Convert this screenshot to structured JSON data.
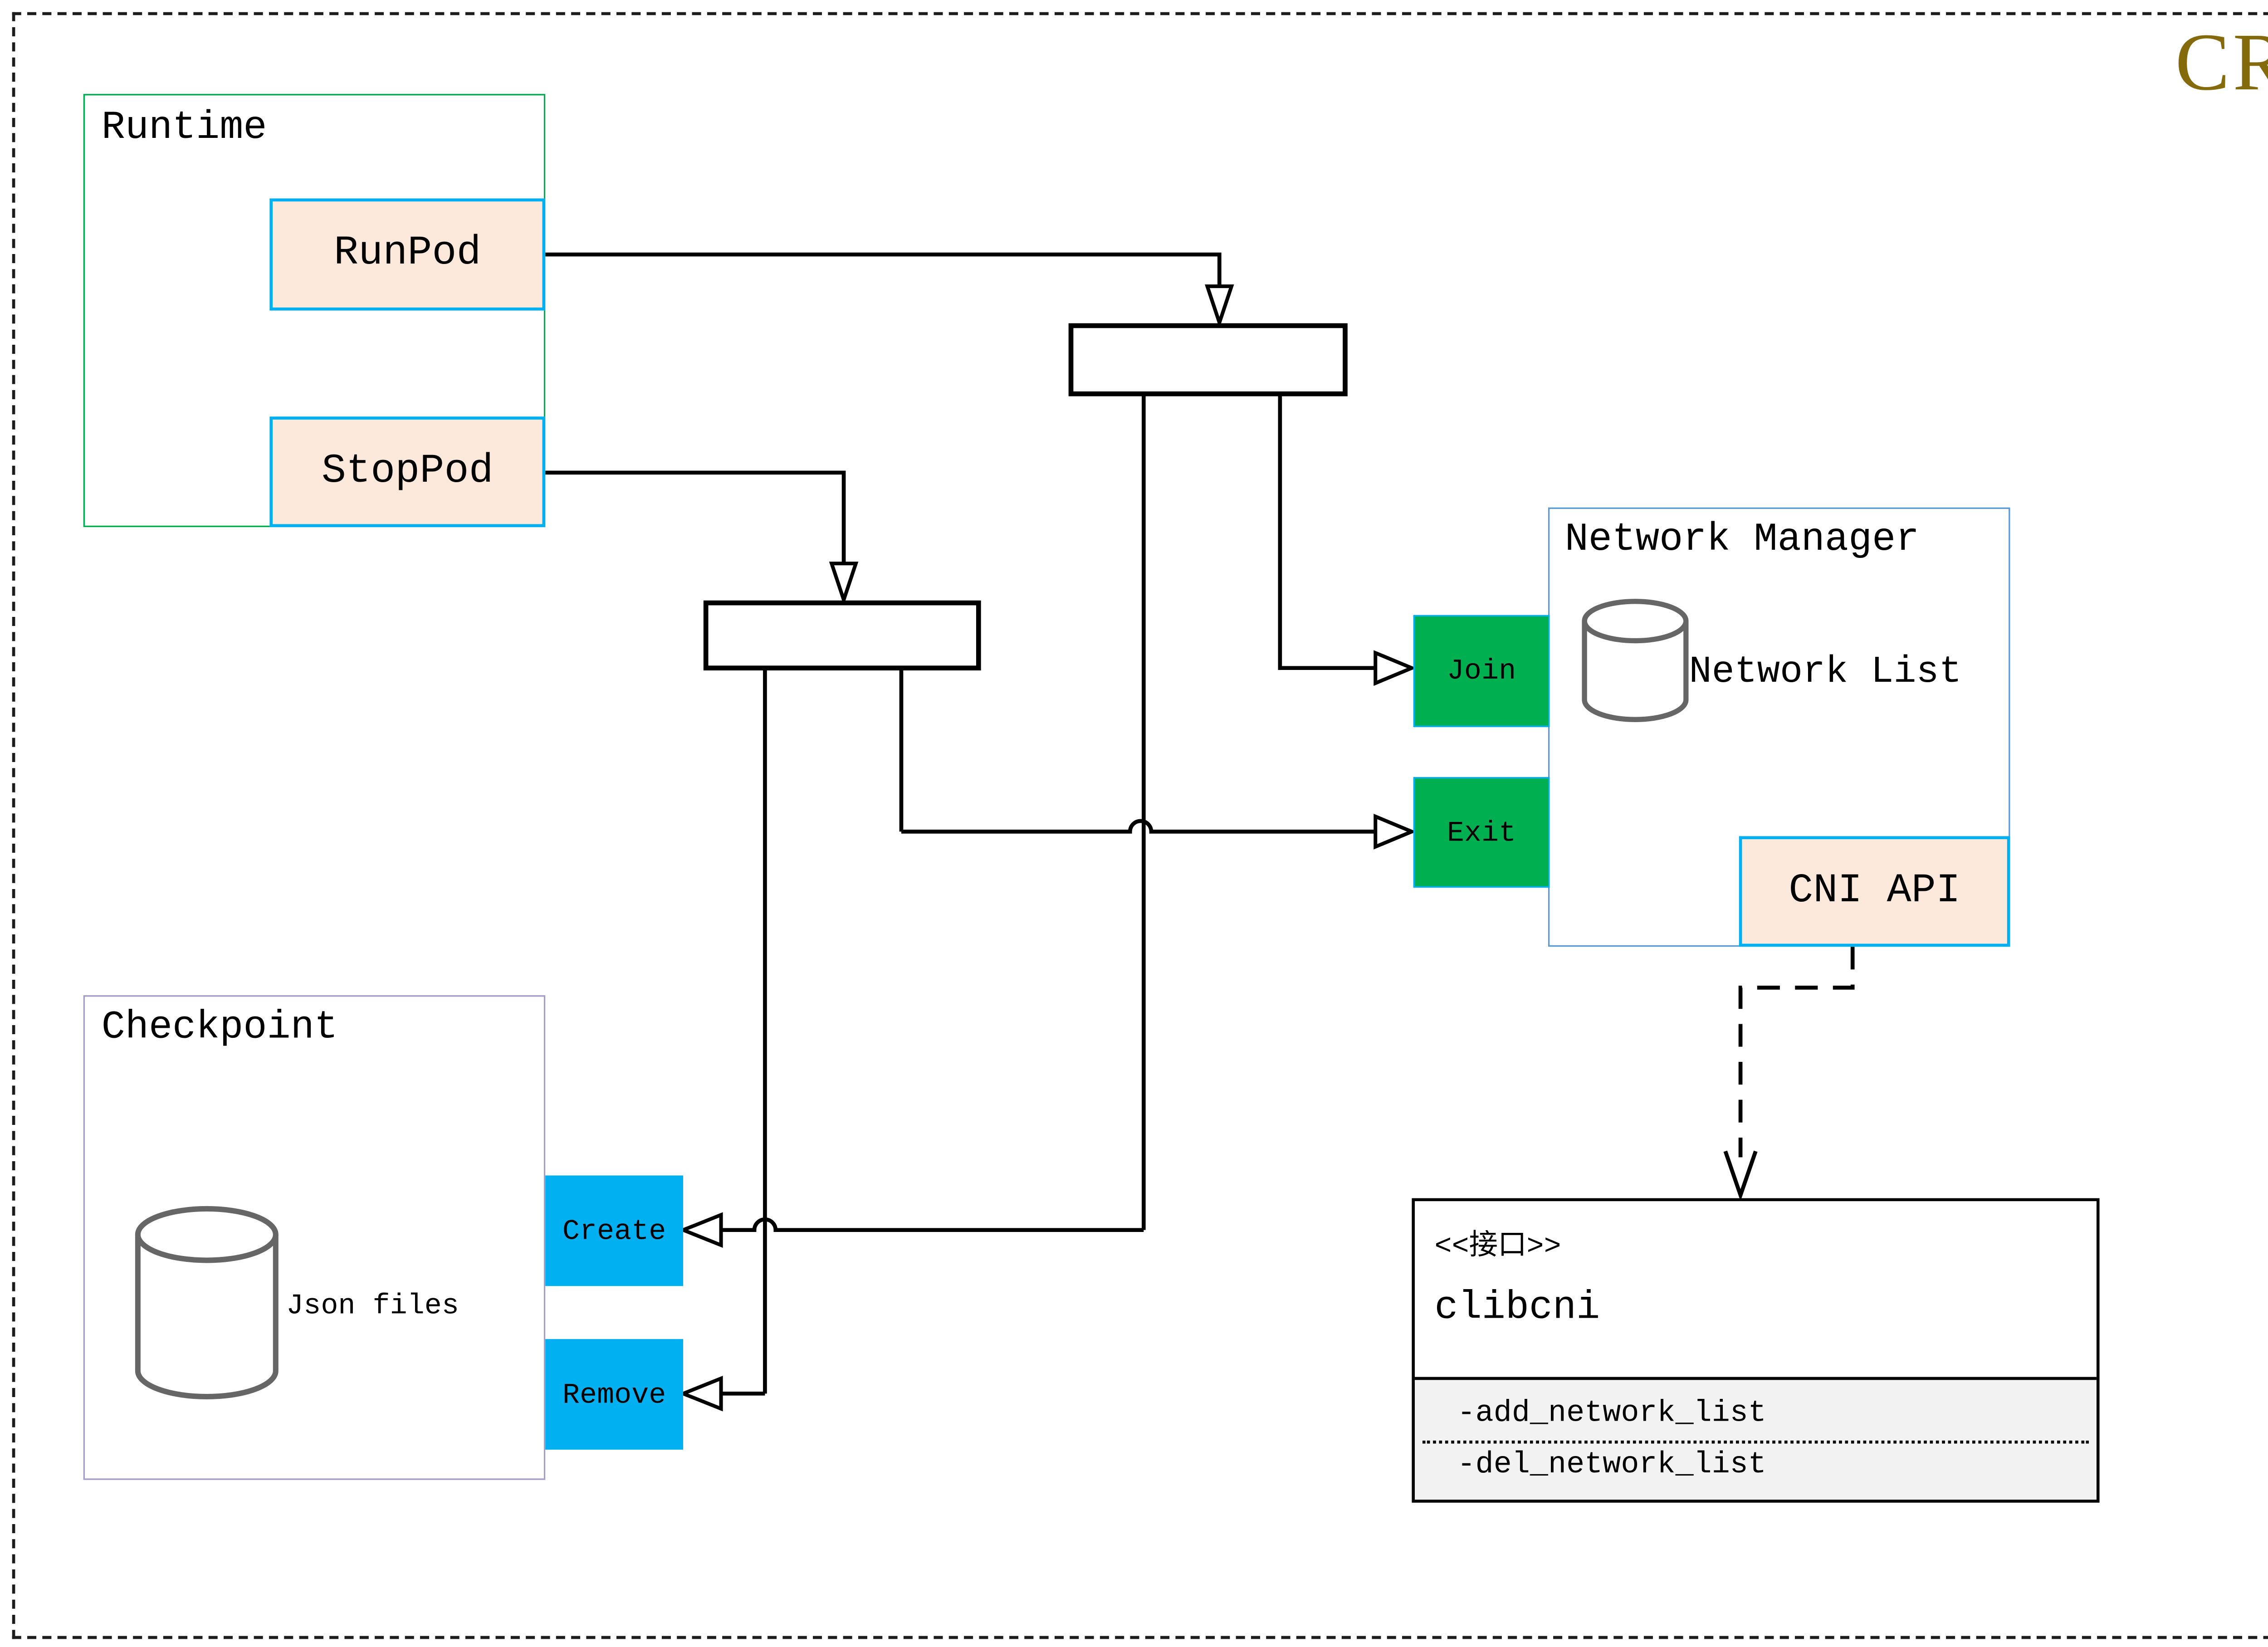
{
  "page": {
    "title": "CRI"
  },
  "runtime": {
    "title": "Runtime",
    "run_pod_label": "RunPod",
    "stop_pod_label": "StopPod"
  },
  "checkpoint": {
    "title": "Checkpoint",
    "datastore_label": "Json files",
    "create_label": "Create",
    "remove_label": "Remove"
  },
  "network_manager": {
    "title": "Network Manager",
    "datastore_label": "Network List",
    "join_label": "Join",
    "exit_label": "Exit",
    "cni_api_label": "CNI API"
  },
  "clibcni": {
    "stereotype": "<<接口>>",
    "name": "clibcni",
    "methods": [
      "-add_network_list",
      "-del_network_list"
    ]
  },
  "colors": {
    "accent_green": "#00B050",
    "accent_cyan": "#00B0F0",
    "peach_fill": "#FCE9DC",
    "network_manager_border": "#5B9BD5",
    "runtime_border": "#00B050",
    "checkpoint_border": "#A79DCB",
    "title_gold": "#846A0B",
    "attributes_fill": "#F2F2F2",
    "cylinder_stroke": "#666666",
    "line_black": "#000000"
  }
}
